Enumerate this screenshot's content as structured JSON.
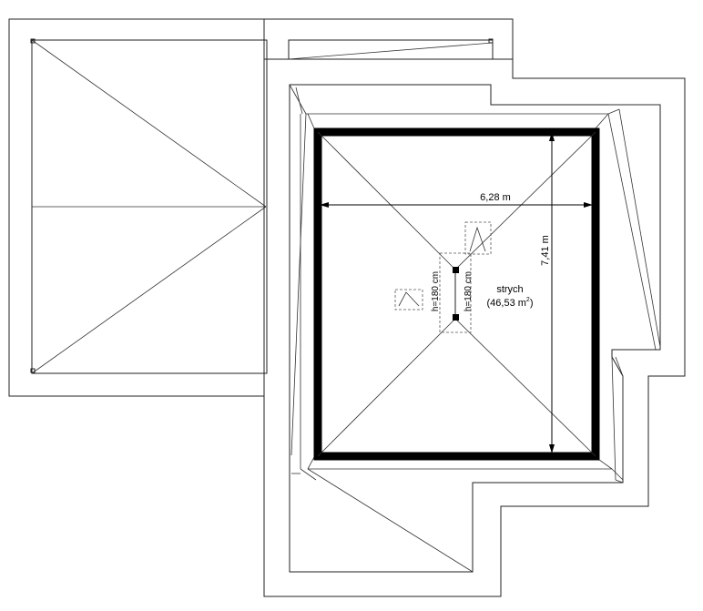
{
  "plan": {
    "room_name": "strych",
    "room_area_prefix": "(46,53 m",
    "room_area_sup": "2",
    "room_area_suffix": ")",
    "width_dim": "6,28 m",
    "height_dim": "7,41 m",
    "clearance_left": "h=180 cm",
    "clearance_right": "h=180 cm"
  }
}
